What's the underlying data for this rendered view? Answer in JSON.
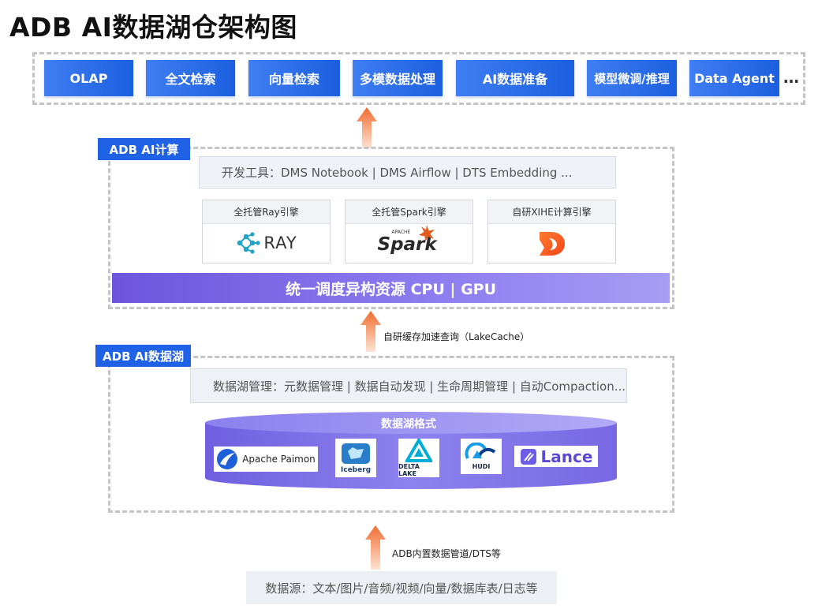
{
  "title": "ADB AI数据湖仓架构图",
  "apps": {
    "items": [
      {
        "label": "OLAP",
        "icon": ""
      },
      {
        "label": "全文检索",
        "icon": ""
      },
      {
        "label": "向量检索",
        "icon": ""
      },
      {
        "label": "多模数据处理",
        "icon": ""
      },
      {
        "label": "AI数据准备",
        "icon": ""
      },
      {
        "label": "模型微调/推理",
        "icon": ""
      },
      {
        "label": "Data Agent",
        "icon": ""
      }
    ],
    "more": "…"
  },
  "compute": {
    "label": "ADB AI计算",
    "dev_tools": "开发工具：DMS Notebook | DMS Airflow | DTS Embedding ...",
    "engines": [
      {
        "title": "全托管Ray引擎",
        "logo_text": "RAY",
        "logo": "ray-logo"
      },
      {
        "title": "全托管Spark引擎",
        "logo_text": "Spark",
        "logo_sub": "APACHE",
        "logo": "spark-logo"
      },
      {
        "title": "自研XIHE计算引擎",
        "logo": "xihe-logo"
      }
    ],
    "scheduler": "统一调度异构资源 CPU | GPU"
  },
  "cache_arrow_label": "自研缓存加速查询（LakeCache）",
  "lake": {
    "label": "ADB AI数据湖",
    "management": "数据湖管理：元数据管理 | 数据自动发现 | 生命周期管理 | 自动Compaction...",
    "format_title": "数据湖格式",
    "formats": [
      {
        "name": "Apache Paimon",
        "logo": "paimon-logo"
      },
      {
        "name": "Iceberg",
        "logo": "iceberg-logo"
      },
      {
        "name": "DELTA LAKE",
        "logo": "delta-lake-logo"
      },
      {
        "name": "HUDI",
        "logo": "hudi-logo"
      },
      {
        "name": "Lance",
        "logo": "lance-logo"
      }
    ]
  },
  "ingest_arrow_label": "ADB内置数据管道/DTS等",
  "source": "数据源：文本/图片/音频/视频/向量/数据库表/日志等",
  "colors": {
    "app_blue": "#1b5fe0",
    "label_blue": "#1f62e6",
    "purple": "#7a63e6",
    "arrow_orange": "#f47a3c"
  }
}
